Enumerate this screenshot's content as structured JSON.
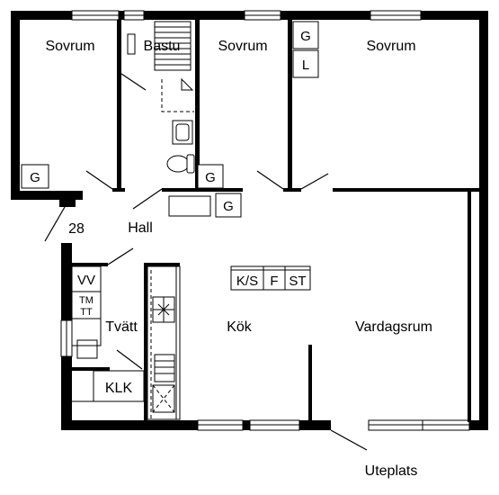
{
  "rooms": {
    "sovrum_1": "Sovrum",
    "bastu": "Bastu",
    "sovrum_2": "Sovrum",
    "sovrum_3": "Sovrum",
    "hall": "Hall",
    "tvatt": "Tvätt",
    "kok": "Kök",
    "vardagsrum": "Vardagsrum",
    "uteplats": "Uteplats"
  },
  "apartment_number": "28",
  "storage": {
    "g_sovrum_1": "G",
    "g_top_right": "G",
    "l_top_right": "L",
    "g_sovrum_2": "G",
    "g_hall": "G",
    "klk": "KLK"
  },
  "appliances": {
    "ks": "K/S",
    "f": "F",
    "st": "ST",
    "vv": "VV",
    "tm": "TM",
    "tt": "TT"
  }
}
